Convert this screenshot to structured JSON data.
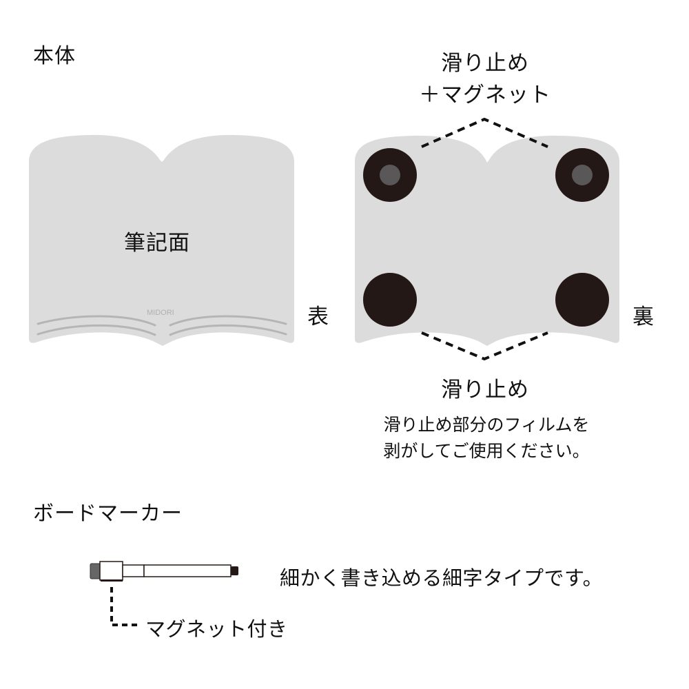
{
  "sections": {
    "body": {
      "heading": "本体",
      "front": {
        "writing_surface_label": "筆記面",
        "brand_mark": "MIDORI",
        "side_label": "表"
      },
      "back": {
        "top_callout_line1": "滑り止め",
        "top_callout_line2": "＋マグネット",
        "bottom_callout": "滑り止め",
        "instruction_line1": "滑り止め部分のフィルムを",
        "instruction_line2": "剥がしてご使用ください。",
        "side_label": "裏"
      }
    },
    "marker": {
      "heading": "ボードマーカー",
      "description": "細かく書き込める細字タイプです。",
      "magnet_callout": "マグネット付き"
    }
  },
  "colors": {
    "board": "#dcdcdc",
    "pad_dark": "#231815",
    "pad_center": "#595757",
    "page_lines": "#b5b5b5",
    "brand_text": "#b0b0b0",
    "marker_cap": "#666666",
    "marker_tip": "#231815"
  }
}
